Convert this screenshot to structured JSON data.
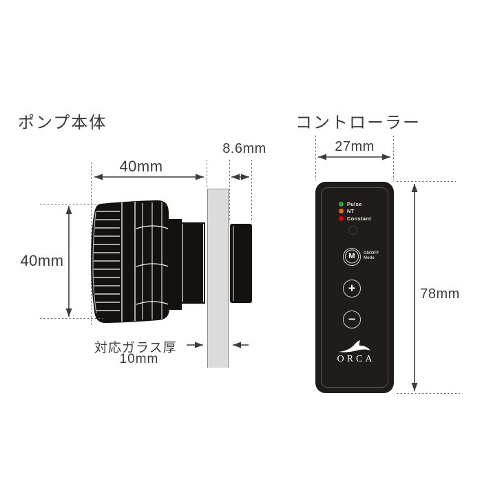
{
  "titles": {
    "pump": "ポンプ本体",
    "controller": "コントローラー"
  },
  "pump": {
    "width_mm": "40mm",
    "height_mm": "40mm",
    "magnet_thickness_mm": "8.6mm",
    "glass_note_line1": "対応ガラス厚",
    "glass_note_line2": "10mm"
  },
  "controller": {
    "width_mm": "27mm",
    "height_mm": "78mm",
    "leds": [
      {
        "label": "Pulse",
        "color": "#2fa43c"
      },
      {
        "label": "NT",
        "color": "#e56a0f"
      },
      {
        "label": "Constant",
        "color": "#e8000f"
      }
    ],
    "buttons": {
      "mode": "M",
      "mode_caption_line1": "ON/OFF",
      "mode_caption_line2": "Mode",
      "plus": "+",
      "minus": "−"
    },
    "brand": "ORCA",
    "body_color": "#201c1a"
  },
  "colors": {
    "background": "#ffffff",
    "line": "#3e3a39",
    "dash": "#6b6867",
    "glass_fill": "#dbdbdb",
    "glass_edge": "#8a8a8a",
    "pump_ink": "#15110f"
  }
}
